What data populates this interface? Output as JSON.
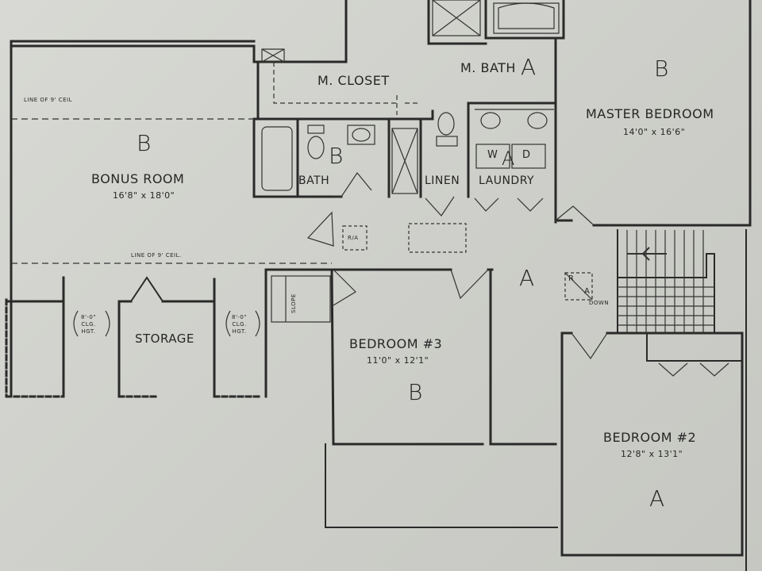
{
  "rooms": {
    "bonus": {
      "name": "BONUS ROOM",
      "dims": "16'8\" x 18'0\"",
      "tag": "B"
    },
    "master_bedroom": {
      "name": "MASTER BEDROOM",
      "dims": "14'0\" x 16'6\"",
      "tag": "B"
    },
    "master_bath": {
      "name": "M. BATH",
      "tag": "A"
    },
    "master_closet": {
      "name": "M. CLOSET"
    },
    "bath": {
      "name": "BATH",
      "tag": "B"
    },
    "linen": {
      "name": "LINEN"
    },
    "laundry": {
      "name": "LAUNDRY",
      "tag": "A",
      "washer": "W",
      "dryer": "D"
    },
    "bedroom3": {
      "name": "BEDROOM #3",
      "dims": "11'0\" x 12'1\"",
      "tag": "B"
    },
    "bedroom2": {
      "name": "BEDROOM #2",
      "dims": "12'8\" x 13'1\"",
      "tag": "A"
    },
    "storage": {
      "name": "STORAGE"
    },
    "hall": {
      "tag": "A"
    }
  },
  "notes": {
    "ceil_top": "LINE OF 9' CEIL",
    "ceil_bottom": "LINE OF 9' CEIL.",
    "clg_left": [
      "8'-0\"",
      "CLG.",
      "HGT."
    ],
    "clg_right": [
      "8'-0\"",
      "CLG.",
      "HGT."
    ],
    "ra_hall": "R/A",
    "ra_stair": [
      "R",
      "A"
    ],
    "down": "DOWN",
    "slope": "SLOPE"
  }
}
